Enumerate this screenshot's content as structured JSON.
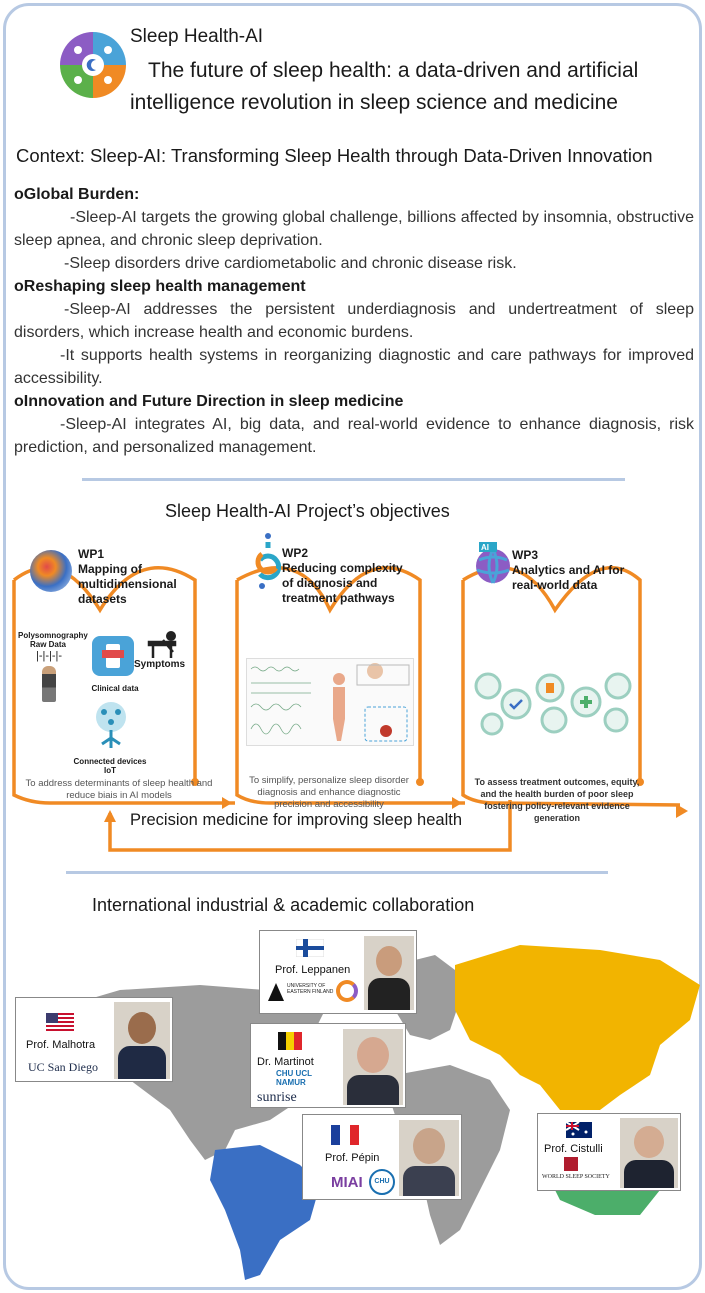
{
  "header": {
    "title": "Sleep Health-AI",
    "subtitle": "The future of sleep health: a data-driven and artificial intelligence revolution in sleep science and medicine"
  },
  "context": {
    "heading": "Context: Sleep-AI: Transforming Sleep Health through Data-Driven Innovation",
    "sections": [
      {
        "bullet": "o",
        "title": "Global Burden:",
        "paragraphs": [
          "-Sleep-AI targets the growing global challenge, billions affected by insomnia, obstructive sleep apnea, and chronic sleep deprivation.",
          "-Sleep disorders drive cardiometabolic and chronic disease risk."
        ]
      },
      {
        "bullet": "o",
        "title": "Reshaping sleep health management",
        "paragraphs": [
          "-Sleep-AI addresses the persistent underdiagnosis and undertreatment of sleep disorders, which increase health and economic burdens.",
          "-It supports health systems in reorganizing diagnostic and care pathways for improved accessibility."
        ]
      },
      {
        "bullet": "o",
        "title": "Innovation and Future Direction in sleep medicine",
        "paragraphs": [
          "-Sleep-AI integrates AI, big data, and real-world evidence to enhance diagnosis, risk prediction, and personalized management."
        ]
      }
    ]
  },
  "objectives": {
    "title": "Sleep Health-AI Project’s objectives",
    "wp1": {
      "id": "WP1",
      "name": "Mapping of multidimensional datasets",
      "items": {
        "psg": "Polysomnography Raw Data",
        "clinical": "Clinical data",
        "symptoms": "Symptoms",
        "iot": "Connected devices IoT"
      },
      "caption": "To address determinants of sleep health and reduce biais in AI models"
    },
    "wp2": {
      "id": "WP2",
      "name": "Reducing complexity of diagnosis and treatment pathways",
      "caption": "To simplify, personalize sleep disorder diagnosis and enhance diagnostic precision and accessibility"
    },
    "wp3": {
      "id": "WP3",
      "name": "Analytics and AI for real-world data",
      "badge": "AI",
      "caption": "To assess treatment outcomes, equity, and the health burden of poor sleep fostering policy-relevant evidence generation"
    },
    "footer": "Precision medicine for improving sleep health",
    "accent": "#f08a24"
  },
  "collaboration": {
    "title": "International industrial & academic collaboration",
    "people": [
      {
        "name": "Prof. Leppanen",
        "institution": "UNIVERSITY OF EASTERN FINLAND",
        "flag": "finland-flag"
      },
      {
        "name": "Prof. Malhotra",
        "institution": "UC San Diego",
        "flag": "usa-flag"
      },
      {
        "name": "Dr. Martinot",
        "institution_1": "CHU UCL NAMUR",
        "institution_2": "sunrise",
        "flag": "belgium-flag"
      },
      {
        "name": "Prof. Pépin",
        "institution_1": "MIAI",
        "institution_2": "CHU",
        "flag": "france-flag"
      },
      {
        "name": "Prof. Cistulli",
        "institution": "WORLD SLEEP SOCIETY",
        "flag": "australia-flag"
      }
    ]
  },
  "colors": {
    "frame": "#b7c9e3",
    "orange": "#f08a24",
    "map_gray": "#9c9c9c",
    "americas_blue": "#3a6fc4",
    "asia_yellow": "#f2b400"
  }
}
